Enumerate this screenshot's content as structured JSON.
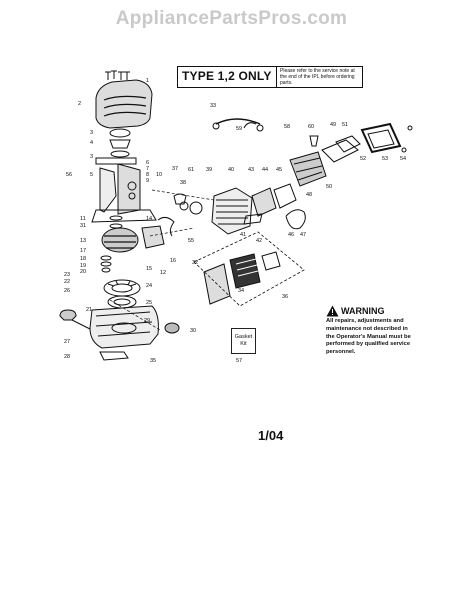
{
  "watermark": "AppliancePartsPros.com",
  "type_box": {
    "title": "TYPE 1,2 ONLY",
    "note": "Please refer to the service note at the end of the IPL before ordering parts."
  },
  "warning": {
    "heading": "WARNING",
    "body": "All repairs, adjustments and maintenance not described in the Operator's Manual must be performed by qualified service personnel."
  },
  "gasket_kit": {
    "label": "Gasket Kit",
    "number": "57"
  },
  "date_code": "1/04",
  "callouts": [
    "1",
    "2",
    "3",
    "4",
    "3",
    "5",
    "6",
    "7",
    "8",
    "9",
    "10",
    "11",
    "12",
    "13",
    "14",
    "15",
    "16",
    "17",
    "18",
    "19",
    "20",
    "21",
    "22",
    "23",
    "24",
    "25",
    "26",
    "27",
    "28",
    "29",
    "30",
    "31",
    "32",
    "33",
    "34",
    "35",
    "36",
    "37",
    "38",
    "39",
    "40",
    "41",
    "42",
    "43",
    "44",
    "45",
    "46",
    "47",
    "48",
    "49",
    "50",
    "51",
    "52",
    "53",
    "54",
    "55",
    "56",
    "58",
    "59",
    "60",
    "61"
  ]
}
